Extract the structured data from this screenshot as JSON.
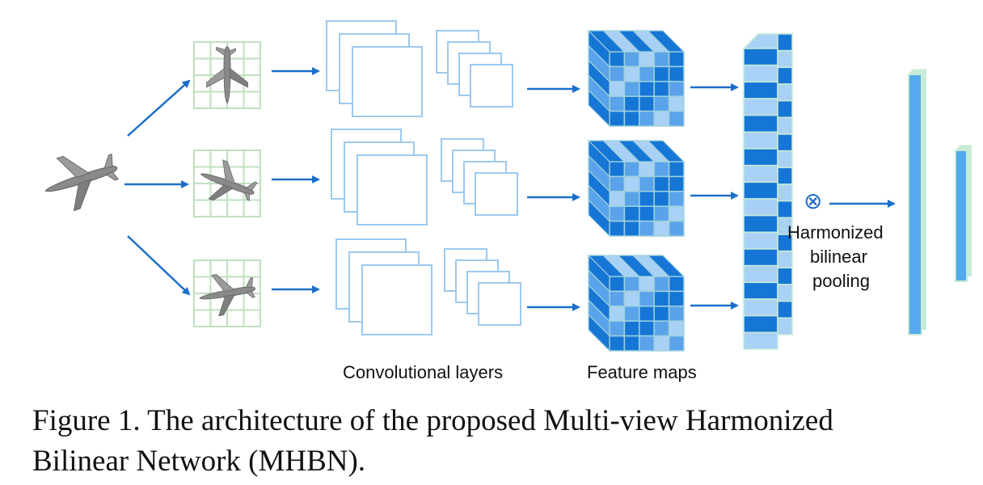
{
  "diagram": {
    "labels": {
      "conv_layers": "Convolutional layers",
      "feature_maps": "Feature maps",
      "pooling_line1": "Harmonized",
      "pooling_line2": "bilinear",
      "pooling_line3": "pooling",
      "pooling_operator": "⊗"
    },
    "views": 3,
    "colors": {
      "arrow": "#1c6fc9",
      "grid_line": "#bfe0bf",
      "conv_outline": "#9cc9ef",
      "cube_dark": "#1676d6",
      "cube_mid": "#5aa3ea",
      "cube_light": "#a9d1f5",
      "cube_edge": "#a7d7c6",
      "fc_fill": "#55a9ee",
      "fc_edge": "#c7ebd7"
    }
  },
  "caption": {
    "line1": "Figure 1. The architecture of the proposed Multi-view Harmonized",
    "line2": "Bilinear Network (MHBN)."
  }
}
